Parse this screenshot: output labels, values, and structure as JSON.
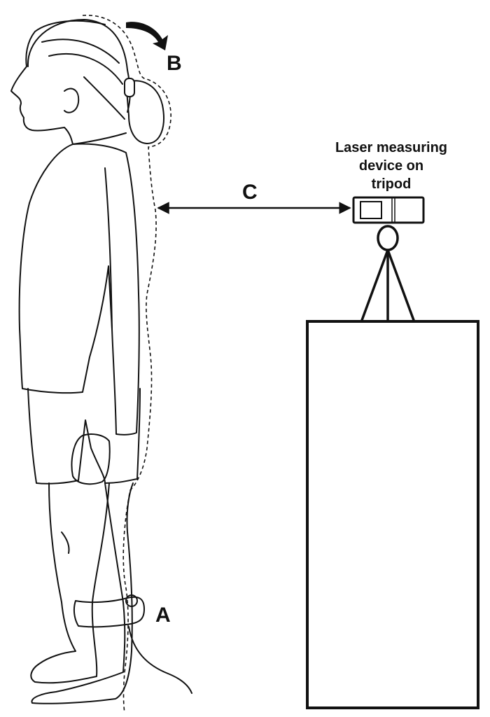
{
  "labels": {
    "a": "A",
    "b": "B",
    "c": "C",
    "device_line1": "Laser measuring",
    "device_line2": "device on",
    "device_line3": "tripod"
  }
}
